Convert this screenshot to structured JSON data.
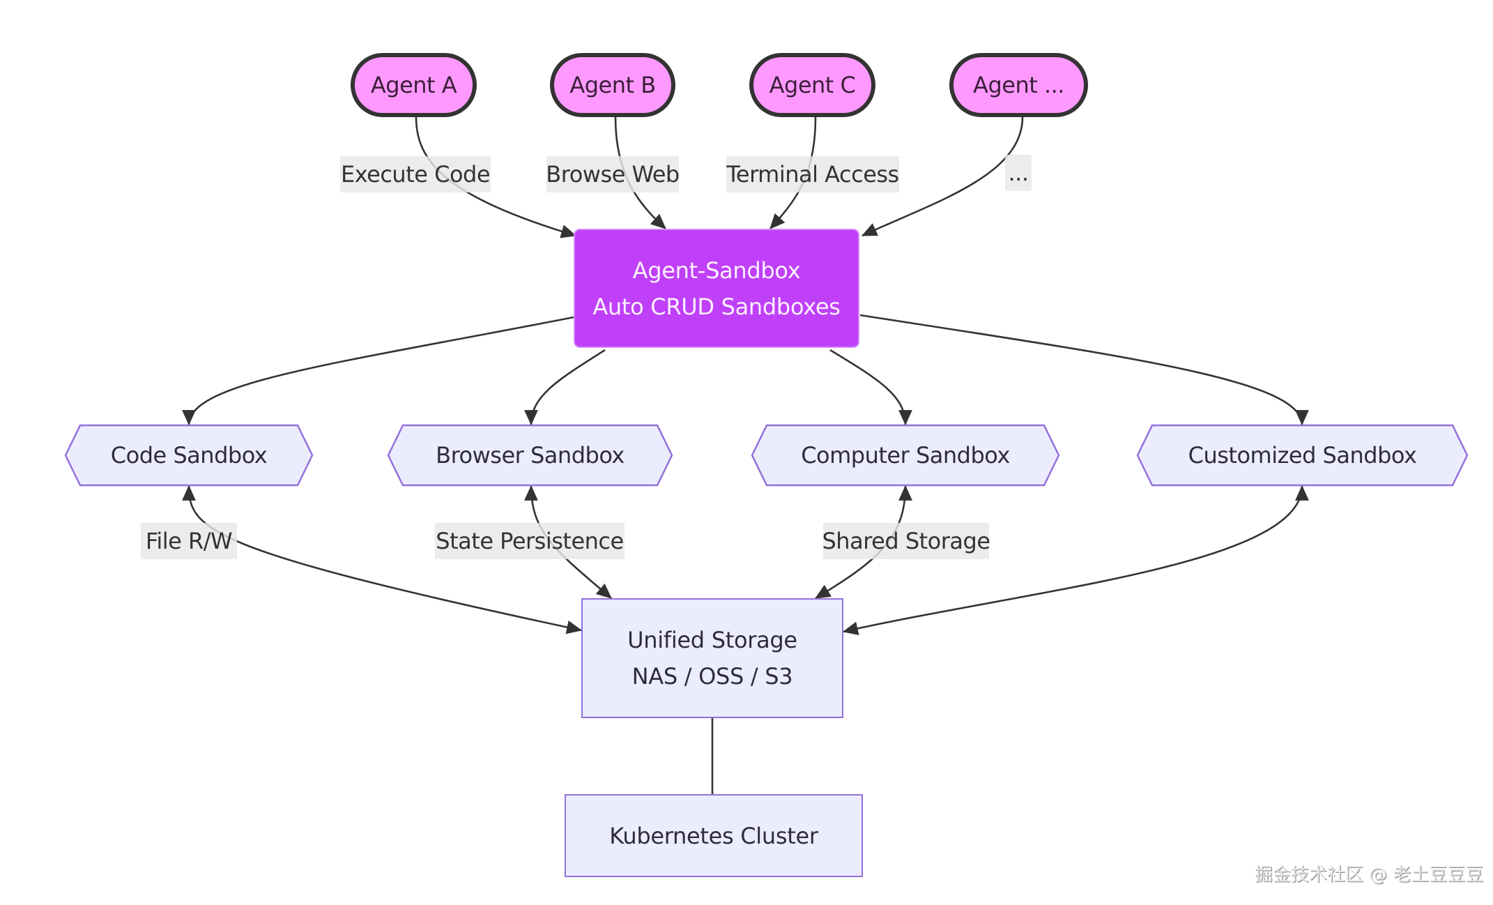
{
  "diagram": {
    "type": "flowchart",
    "colors": {
      "agent_fill": "#ff99ff",
      "agent_stroke": "#333333",
      "hub_fill": "#bf40f8",
      "node_fill": "#ececff",
      "node_stroke": "#9370db",
      "edge": "#333333",
      "edge_label_bg": "#e8e8e8"
    },
    "agents": [
      {
        "id": "agent-a",
        "label": "Agent A"
      },
      {
        "id": "agent-b",
        "label": "Agent B"
      },
      {
        "id": "agent-c",
        "label": "Agent C"
      },
      {
        "id": "agent-more",
        "label": "Agent ..."
      }
    ],
    "hub": {
      "line1": "Agent-Sandbox",
      "line2": "Auto CRUD Sandboxes"
    },
    "sandboxes": [
      {
        "id": "code-sandbox",
        "label": "Code Sandbox"
      },
      {
        "id": "browser-sandbox",
        "label": "Browser Sandbox"
      },
      {
        "id": "computer-sandbox",
        "label": "Computer Sandbox"
      },
      {
        "id": "customized-sandbox",
        "label": "Customized Sandbox"
      }
    ],
    "storage": {
      "line1": "Unified Storage",
      "line2": "NAS / OSS / S3"
    },
    "cluster": {
      "label": "Kubernetes Cluster"
    },
    "edges": [
      {
        "from": "Agent A",
        "to": "Agent-Sandbox",
        "label": "Execute Code",
        "arrow": "end"
      },
      {
        "from": "Agent B",
        "to": "Agent-Sandbox",
        "label": "Browse Web",
        "arrow": "end"
      },
      {
        "from": "Agent C",
        "to": "Agent-Sandbox",
        "label": "Terminal Access",
        "arrow": "end"
      },
      {
        "from": "Agent ...",
        "to": "Agent-Sandbox",
        "label": "...",
        "arrow": "end"
      },
      {
        "from": "Agent-Sandbox",
        "to": "Code Sandbox",
        "label": "",
        "arrow": "end"
      },
      {
        "from": "Agent-Sandbox",
        "to": "Browser Sandbox",
        "label": "",
        "arrow": "end"
      },
      {
        "from": "Agent-Sandbox",
        "to": "Computer Sandbox",
        "label": "",
        "arrow": "end"
      },
      {
        "from": "Agent-Sandbox",
        "to": "Customized Sandbox",
        "label": "",
        "arrow": "end"
      },
      {
        "from": "Code Sandbox",
        "to": "Unified Storage",
        "label": "File R/W",
        "arrow": "both"
      },
      {
        "from": "Browser Sandbox",
        "to": "Unified Storage",
        "label": "State Persistence",
        "arrow": "both"
      },
      {
        "from": "Computer Sandbox",
        "to": "Unified Storage",
        "label": "Shared Storage",
        "arrow": "both"
      },
      {
        "from": "Customized Sandbox",
        "to": "Unified Storage",
        "label": "",
        "arrow": "both"
      },
      {
        "from": "Unified Storage",
        "to": "Kubernetes Cluster",
        "label": "",
        "arrow": "none"
      }
    ]
  },
  "watermark": "掘金技术社区 @ 老土豆豆豆"
}
